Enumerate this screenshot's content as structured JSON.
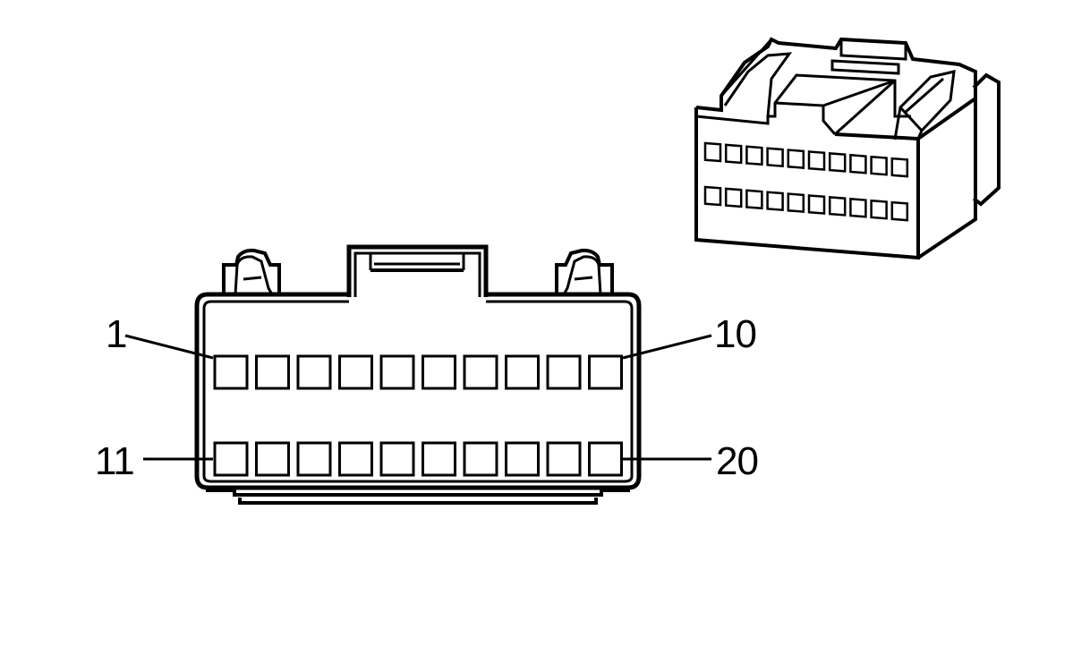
{
  "connector": {
    "pin_labels": {
      "top_left": "1",
      "top_right": "10",
      "bottom_left": "11",
      "bottom_right": "20"
    },
    "rows": 2,
    "pins_per_row": 10,
    "colors": {
      "line": "#000000",
      "background": "#ffffff"
    }
  }
}
